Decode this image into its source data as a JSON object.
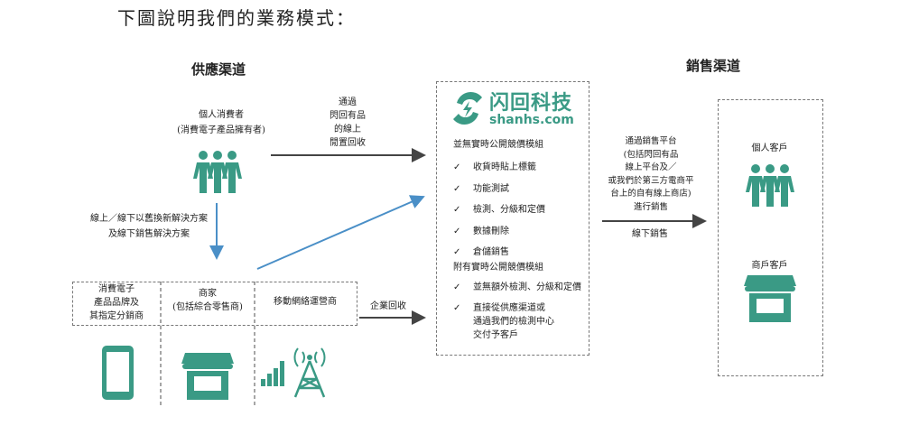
{
  "title": "下圖說明我們的業務模式：",
  "supply": {
    "heading": "供應渠道",
    "consumer": {
      "line1": "個人消費者",
      "line2": "(消費電子產品擁有者)"
    },
    "online_arrow_label": [
      "通過",
      "閃回有品",
      "的線上",
      "閒置回收"
    ],
    "tradein_label": [
      "線上／線下以舊換新解決方案",
      "及線下銷售解決方案"
    ],
    "partners": [
      {
        "lines": [
          "消費電子",
          "產品品牌及",
          "其指定分銷商"
        ]
      },
      {
        "lines": [
          "商家",
          "(包括綜合零售商)"
        ]
      },
      {
        "lines": [
          "移動網絡運營商"
        ]
      }
    ],
    "enterprise_label": "企業回收"
  },
  "center": {
    "logo_cn": "闪回科技",
    "logo_en": "shanhs.com",
    "module1": "並無實時公開競價模組",
    "module1_items": [
      "收貨時貼上標籤",
      "功能測試",
      "檢測、分級和定價",
      "數據刪除",
      "倉儲銷售"
    ],
    "module2": "附有實時公開競價模組",
    "module2_items": [
      [
        "並無額外檢測、分級和定價"
      ],
      [
        "直接從供應渠道或",
        "通過我們的檢測中心",
        "交付予客戶"
      ]
    ],
    "check": "✓"
  },
  "sales": {
    "heading": "銷售渠道",
    "arrow_label": [
      "通過銷售平台",
      "(包括閃回有品",
      "線上平台及／",
      "或我們於第三方電商平",
      "台上的自有線上商店)",
      "進行銷售"
    ],
    "offline_label": "線下銷售",
    "customers": [
      "個人客戶",
      "商戶客戶"
    ]
  },
  "colors": {
    "teal": "#3a9a85",
    "blue": "#4a8fc7",
    "arrow": "#444444"
  }
}
